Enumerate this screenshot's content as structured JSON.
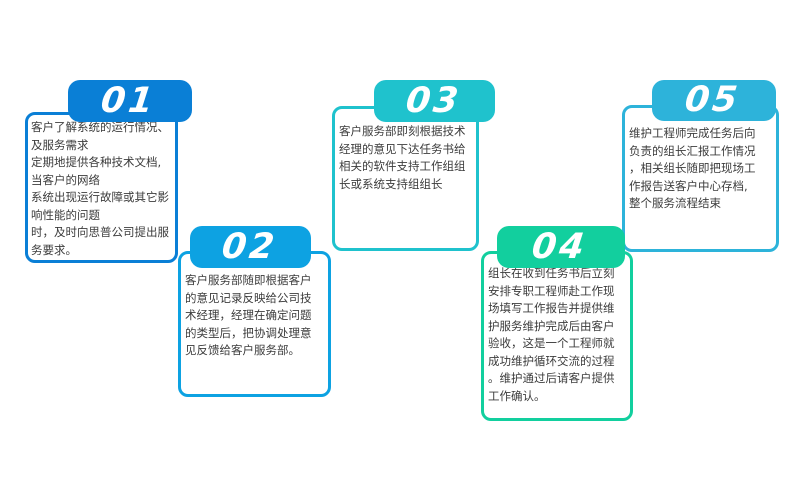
{
  "page": {
    "background": "#ffffff",
    "body_text_color": "#3c3c3c",
    "number_text_color": "#ffffff"
  },
  "steps": [
    {
      "number": "01",
      "accent": "#0a7fd6",
      "text": "客户了解系统的运行情况、\n及服务需求\n定期地提供各种技术文档,\n当客户的网络\n系统出现运行故障或其它影\n响性能的问题\n时，及时向思普公司提出服\n务要求。"
    },
    {
      "number": "02",
      "accent": "#0da2e2",
      "text": "客户服务部随即根据客户\n的意见记录反映给公司技\n术经理，经理在确定问题\n的类型后，把协调处理意\n见反馈给客户服务部。"
    },
    {
      "number": "03",
      "accent": "#1fc2cd",
      "text": "客户服务部即刻根据技术\n经理的意见下达任务书给\n相关的软件支持工作组组\n长或系统支持组组长"
    },
    {
      "number": "04",
      "accent": "#12cf9e",
      "text": "组长在收到任务书后立刻\n安排专职工程师赴工作现\n场填写工作报告并提供维\n护服务维护完成后由客户\n验收，这是一个工程师就\n成功维护循环交流的过程\n。维护通过后请客户提供\n工作确认。"
    },
    {
      "number": "05",
      "accent": "#2db3da",
      "text": "维护工程师完成任务后向\n负责的组长汇报工作情况\n，相关组长随即把现场工\n作报告送客户中心存档,\n整个服务流程结束"
    }
  ]
}
